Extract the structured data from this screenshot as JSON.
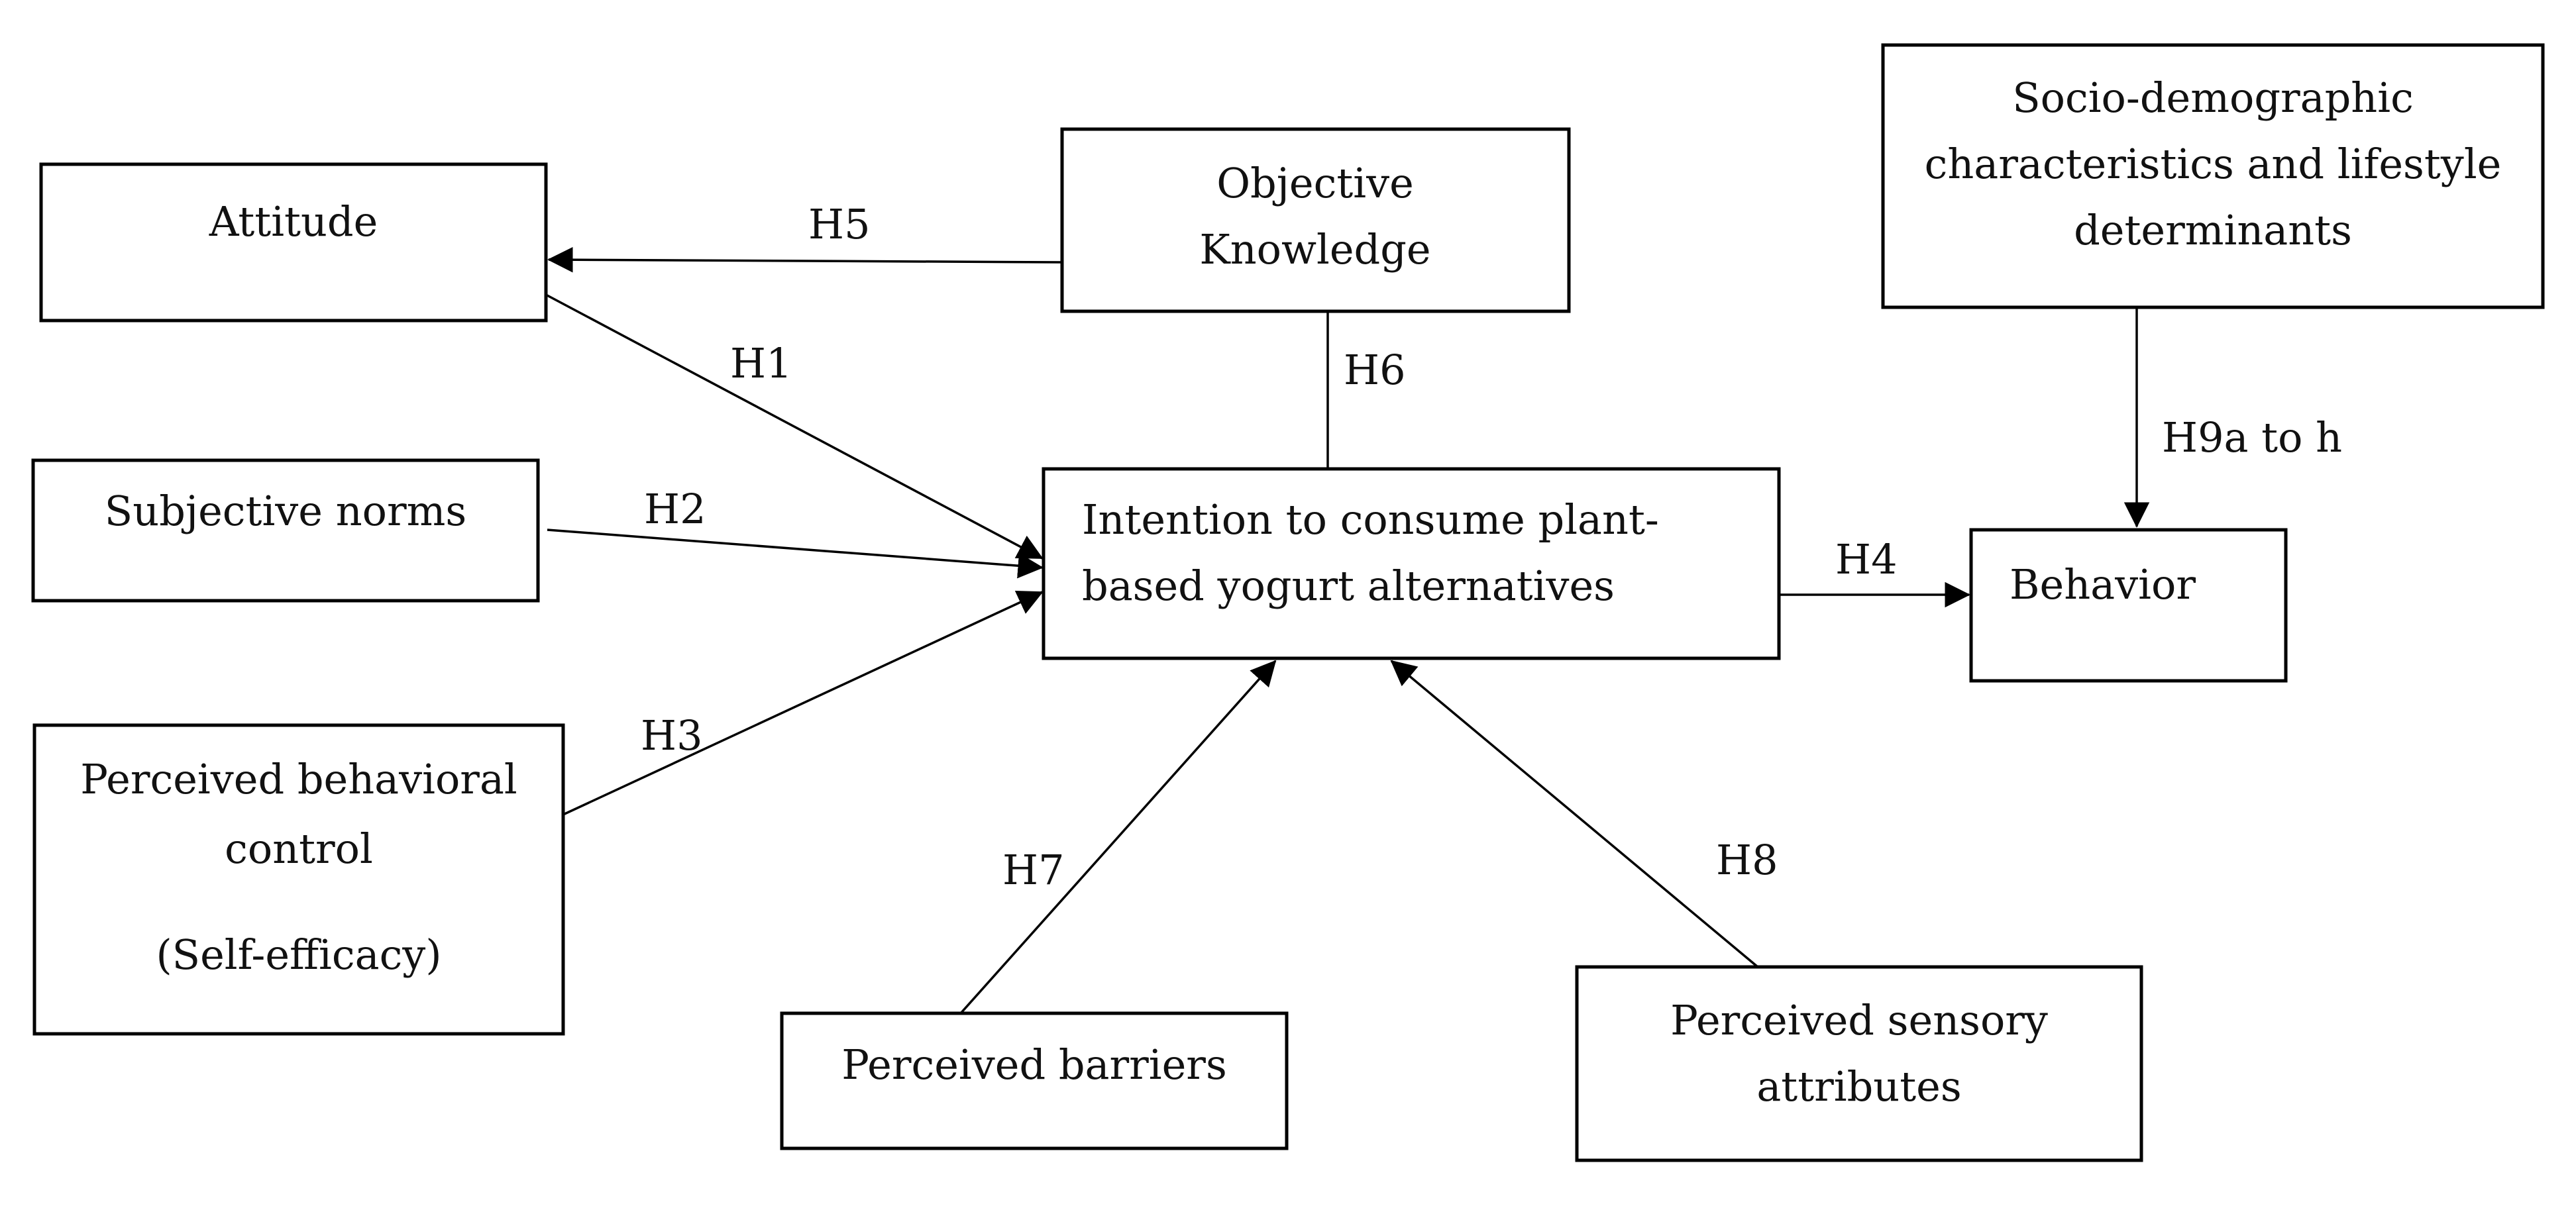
{
  "nodes": [
    {
      "id": "attitude",
      "lines": [
        "Attitude"
      ]
    },
    {
      "id": "subjective-norms",
      "lines": [
        "Subjective norms"
      ]
    },
    {
      "id": "perceived-behavioral-control",
      "lines": [
        "Perceived behavioral",
        "control",
        "(Self-efficacy)"
      ]
    },
    {
      "id": "objective-knowledge",
      "lines": [
        "Objective",
        "Knowledge"
      ]
    },
    {
      "id": "intention",
      "lines": [
        "Intention to consume plant-",
        "based yogurt alternatives"
      ]
    },
    {
      "id": "socio-demographic",
      "lines": [
        "Socio-demographic",
        "characteristics and lifestyle",
        "determinants"
      ]
    },
    {
      "id": "behavior",
      "lines": [
        "Behavior"
      ]
    },
    {
      "id": "perceived-barriers",
      "lines": [
        "Perceived barriers"
      ]
    },
    {
      "id": "perceived-sensory-attributes",
      "lines": [
        "Perceived sensory",
        "attributes"
      ]
    }
  ],
  "edges": [
    {
      "id": "h5",
      "label": "H5",
      "from": "objective-knowledge",
      "to": "attitude"
    },
    {
      "id": "h1",
      "label": "H1",
      "from": "attitude",
      "to": "intention"
    },
    {
      "id": "h2",
      "label": "H2",
      "from": "subjective-norms",
      "to": "intention"
    },
    {
      "id": "h3",
      "label": "H3",
      "from": "perceived-behavioral-control",
      "to": "intention"
    },
    {
      "id": "h6",
      "label": "H6",
      "from": "objective-knowledge",
      "to": "intention"
    },
    {
      "id": "h4",
      "label": "H4",
      "from": "intention",
      "to": "behavior"
    },
    {
      "id": "h9",
      "label": "H9a to h",
      "from": "socio-demographic",
      "to": "behavior"
    },
    {
      "id": "h7",
      "label": "H7",
      "from": "perceived-barriers",
      "to": "intention"
    },
    {
      "id": "h8",
      "label": "H8",
      "from": "perceived-sensory-attributes",
      "to": "intention"
    }
  ]
}
